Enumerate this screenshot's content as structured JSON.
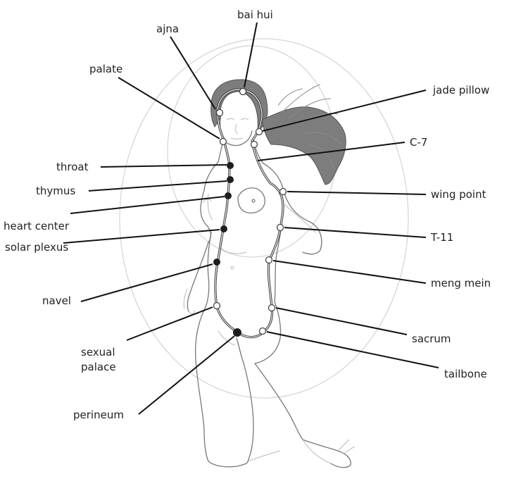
{
  "labels": {
    "bai_hui": "bai hui",
    "ajna": "ajna",
    "palate": "palate",
    "jade_pillow": "jade pillow",
    "c7": "C-7",
    "throat": "throat",
    "thymus": "thymus",
    "wing_point": "wing point",
    "heart_center": "heart center",
    "t11": "T-11",
    "solar_plexus": "solar plexus",
    "meng_mein": "meng mein",
    "navel": "navel",
    "sacrum": "sacrum",
    "sexual_palace_line1": "sexual",
    "sexual_palace_line2": "palace",
    "tailbone": "tailbone",
    "perineum": "perineum"
  },
  "colors": {
    "text": "#222222",
    "leader_line": "#111111",
    "sketch": "#777777",
    "channel": "#3a3a3a",
    "aura": "#d4d4d4"
  },
  "point_styles": {
    "front_channel": "solid",
    "back_channel": "open"
  }
}
